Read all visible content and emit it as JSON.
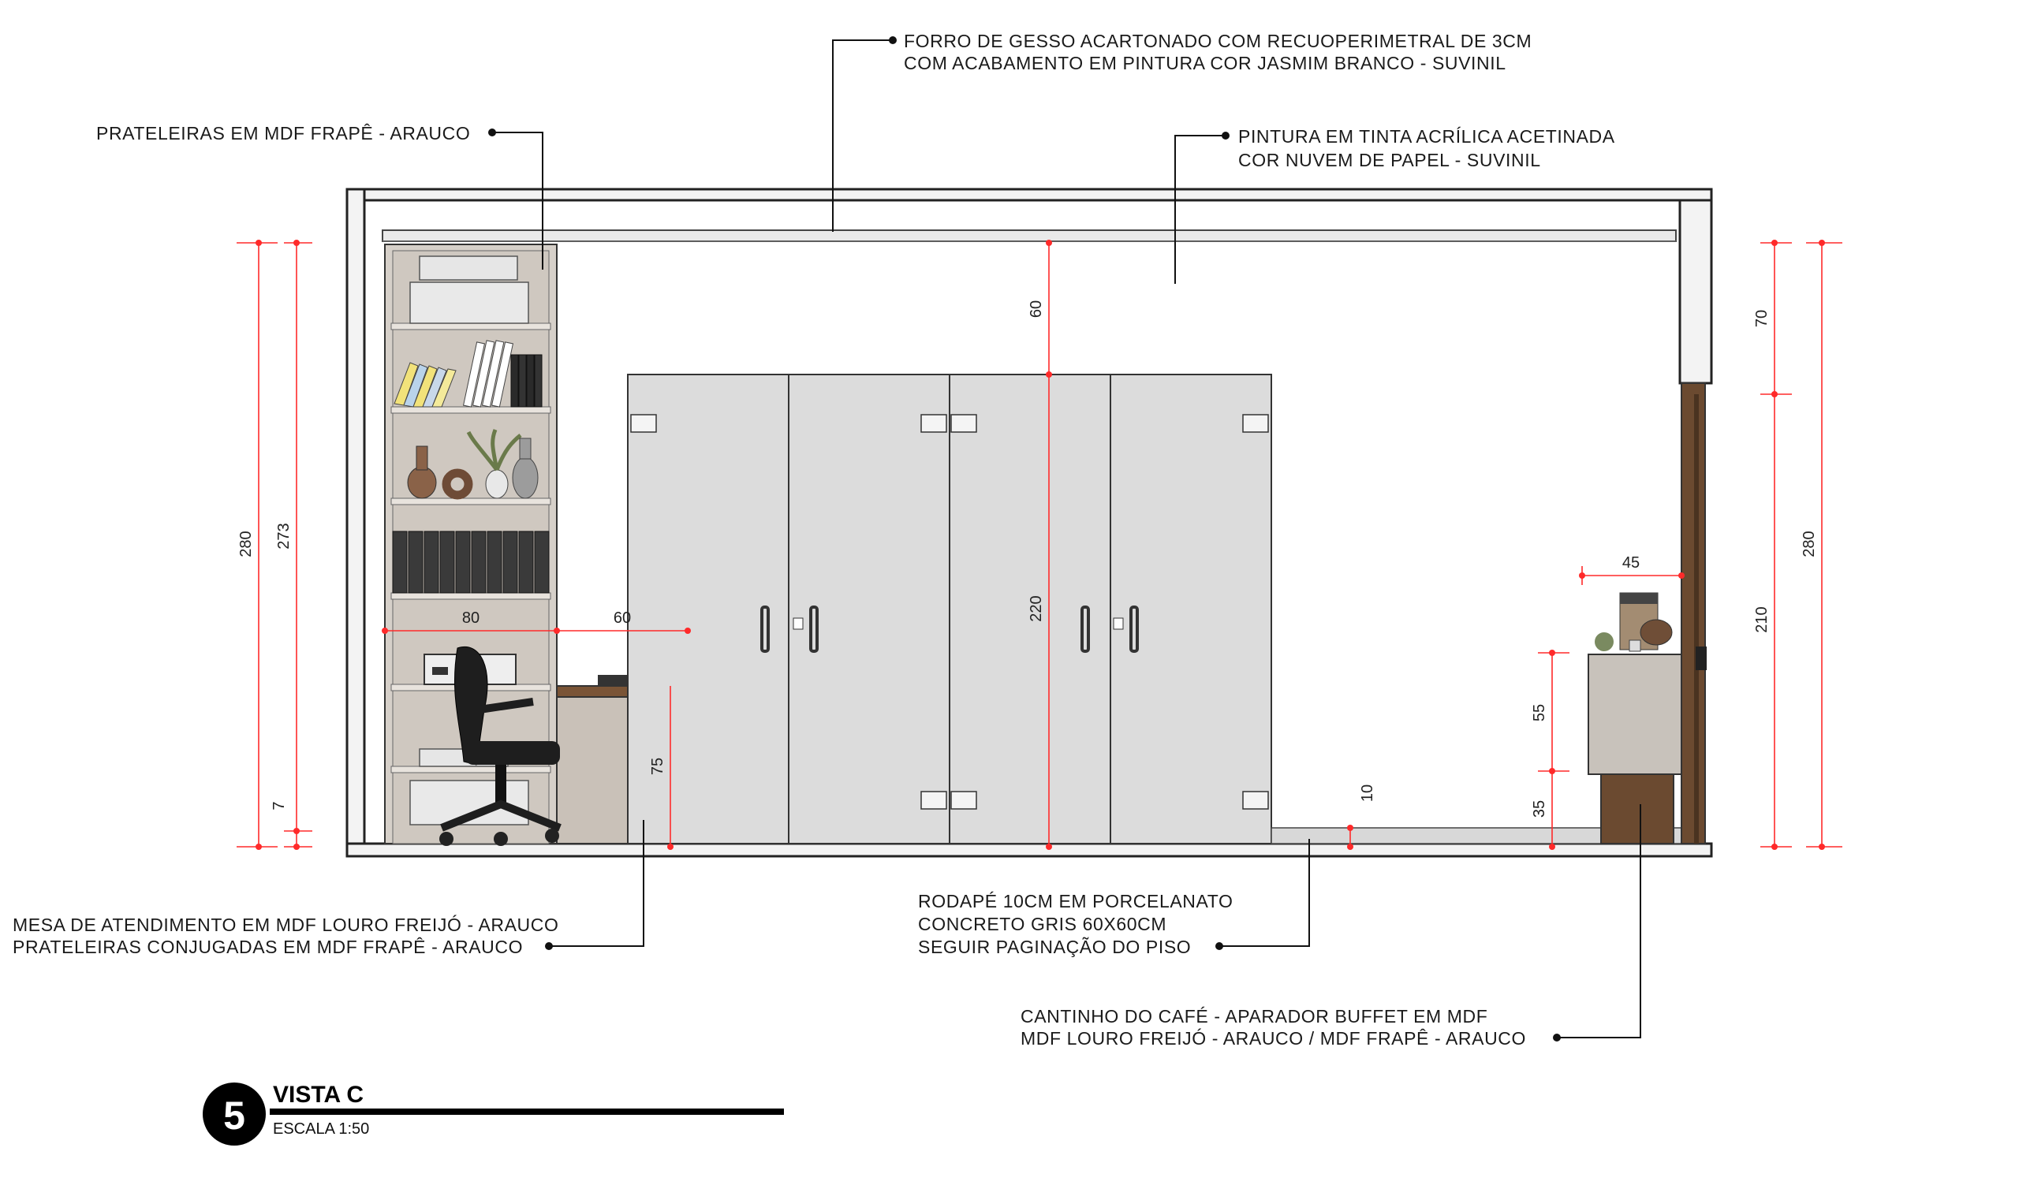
{
  "title_block": {
    "number": "5",
    "title": "VISTA C",
    "scale": "ESCALA 1:50"
  },
  "notes": {
    "ceiling": [
      "FORRO DE GESSO ACARTONADO COM RECUOPERIMETRAL DE 3CM",
      "COM ACABAMENTO EM PINTURA COR JASMIM BRANCO - SUVINIL"
    ],
    "shelves": [
      "PRATELEIRAS EM MDF FRAPÊ - ARAUCO"
    ],
    "paint": [
      "PINTURA EM TINTA ACRÍLICA ACETINADA",
      "COR NUVEM DE PAPEL - SUVINIL"
    ],
    "desk": [
      "MESA DE ATENDIMENTO EM MDF LOURO FREIJÓ - ARAUCO",
      "PRATELEIRAS CONJUGADAS EM MDF FRAPÊ - ARAUCO"
    ],
    "baseboard": [
      "RODAPÉ 10CM EM PORCELANATO",
      "CONCRETO GRIS 60X60CM",
      "SEGUIR PAGINAÇÃO DO PISO"
    ],
    "coffee": [
      "CANTINHO DO CAFÉ - APARADOR BUFFET EM MDF",
      "MDF LOURO FREIJÓ - ARAUCO / MDF FRAPÊ - ARAUCO"
    ]
  },
  "dimensions": {
    "left_total": "280",
    "left_shelf": "273",
    "left_base": "7",
    "shelf_width": "80",
    "desk_width": "60",
    "desk_height": "75",
    "top_gap": "60",
    "door_height": "220",
    "baseboard": "10",
    "coffee_width": "45",
    "coffee_top": "55",
    "coffee_base": "35",
    "right_total": "280",
    "right_top": "70",
    "right_door": "210"
  },
  "colors": {
    "dimension": "#ff2a2a",
    "wood": "#6b4a30",
    "frape": "#c8c2bb",
    "door": "#dcdcdc"
  }
}
